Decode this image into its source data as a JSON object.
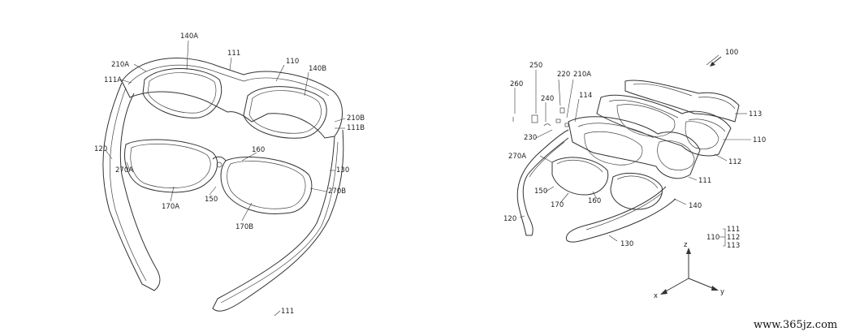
{
  "figure_left": {
    "labels": {
      "l140A": "140A",
      "l111_top": "111",
      "l110": "110",
      "l210A": "210A",
      "l111A": "111A",
      "l140B": "140B",
      "l210B": "210B",
      "l111B": "111B",
      "l120": "120",
      "l160": "160",
      "l270A": "270A",
      "l130": "130",
      "l270B": "270B",
      "l150": "150",
      "l170A": "170A",
      "l170B": "170B",
      "l111_bottom": "111"
    }
  },
  "figure_right": {
    "labels": {
      "l100": "100",
      "l250": "250",
      "l220": "220",
      "l210A": "210A",
      "l260": "260",
      "l240": "240",
      "l114": "114",
      "l113": "113",
      "l230": "230",
      "l110": "110",
      "l270A": "270A",
      "l112": "112",
      "l111": "111",
      "l150": "150",
      "l170": "170",
      "l160": "160",
      "l140": "140",
      "l120": "120",
      "l130": "130"
    },
    "legend": {
      "parent": "110",
      "children": [
        "111",
        "112",
        "113"
      ]
    },
    "axes": {
      "z": "z",
      "y": "y",
      "x": "x"
    }
  },
  "watermark": "www.365jz.com"
}
